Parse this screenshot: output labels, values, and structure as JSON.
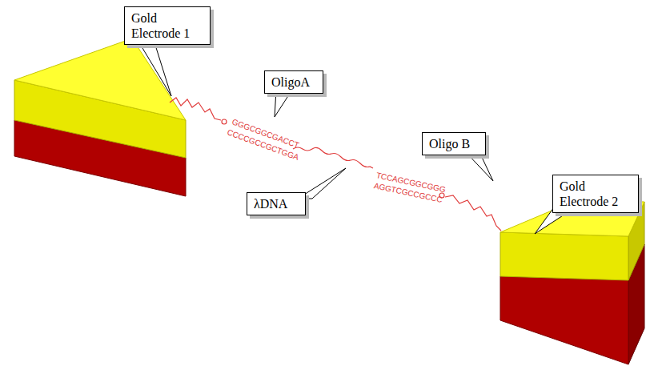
{
  "diagram": {
    "nodes": [
      {
        "text": [
          "Gold Electrode 1"
        ]
      },
      {
        "text": [
          "OligoA"
        ]
      },
      {
        "text": [
          "Oligo B"
        ]
      },
      {
        "text": [
          "λDNA"
        ]
      },
      {
        "text": [
          "Gold Electrode 2"
        ]
      }
    ],
    "labels": [
      "GGGCGGCGACCT",
      "CCCCGCCGCTGGA",
      "TCCAGCGGCGGG",
      "AGGTCGCCGCCC"
    ]
  }
}
